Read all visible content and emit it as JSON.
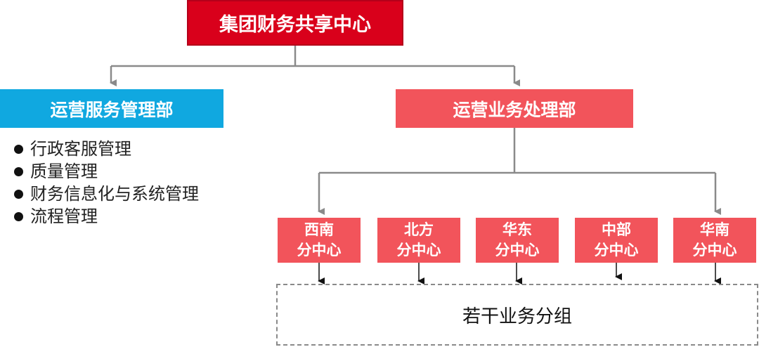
{
  "root": {
    "label": "集团财务共享中心"
  },
  "left_department": {
    "label": "运营服务管理部",
    "duties": [
      "行政客服管理",
      "质量管理",
      "财务信息化与系统管理",
      "流程管理"
    ]
  },
  "right_department": {
    "label": "运营业务处理部"
  },
  "centers": [
    {
      "line1": "西南",
      "line2": "分中心"
    },
    {
      "line1": "北方",
      "line2": "分中心"
    },
    {
      "line1": "华东",
      "line2": "分中心"
    },
    {
      "line1": "中部",
      "line2": "分中心"
    },
    {
      "line1": "华南",
      "line2": "分中心"
    }
  ],
  "bottom_group": {
    "label": "若干业务分组"
  },
  "colors": {
    "root": "#d9001b",
    "left_department": "#10a8e0",
    "right_department": "#f2545b",
    "connector": "#8a8a8a"
  }
}
